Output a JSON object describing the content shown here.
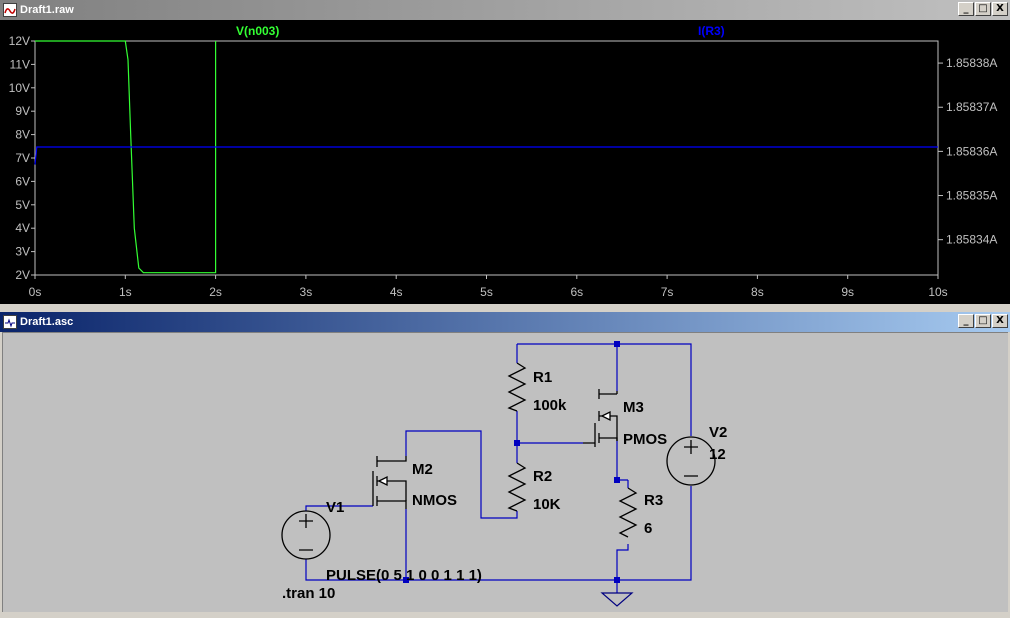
{
  "waveform_window": {
    "title": "Draft1.raw",
    "buttons": {
      "minimize": "_",
      "restore": "□",
      "close": "X"
    }
  },
  "schematic_window": {
    "title": "Draft1.asc",
    "buttons": {
      "minimize": "_",
      "restore": "□",
      "close": "X"
    }
  },
  "colors": {
    "trace_voltage": "#33ff33",
    "trace_current": "#0000ff",
    "wire": "#0000c0",
    "plot_bg": "#000000",
    "axis_text": "#c0c0c0"
  },
  "chart_data": {
    "type": "line",
    "xlim": [
      0,
      10
    ],
    "ylim_left": [
      2,
      12
    ],
    "ylim_right": [
      1.858332,
      1.858385
    ],
    "x_ticks": [
      "0s",
      "1s",
      "2s",
      "3s",
      "4s",
      "5s",
      "6s",
      "7s",
      "8s",
      "9s",
      "10s"
    ],
    "x_tick_values": [
      0,
      1,
      2,
      3,
      4,
      5,
      6,
      7,
      8,
      9,
      10
    ],
    "y_left_ticks": [
      "12V",
      "11V",
      "10V",
      "9V",
      "8V",
      "7V",
      "6V",
      "5V",
      "4V",
      "3V",
      "2V"
    ],
    "y_left_tick_values": [
      12,
      11,
      10,
      9,
      8,
      7,
      6,
      5,
      4,
      3,
      2
    ],
    "y_right_ticks": [
      "1.85838A",
      "1.85837A",
      "1.85836A",
      "1.85835A",
      "1.85834A"
    ],
    "y_right_tick_values": [
      1.85838,
      1.85837,
      1.85836,
      1.85835,
      1.85834
    ],
    "series": [
      {
        "name": "V(n003)",
        "axis": "left",
        "x": [
          0.0,
          1.0,
          1.03,
          1.06,
          1.1,
          1.15,
          1.2,
          2.0,
          2.0,
          2.0
        ],
        "y": [
          12,
          12,
          11.2,
          8.0,
          4.0,
          2.3,
          2.1,
          2.1,
          12,
          12
        ]
      },
      {
        "name": "I(R3)",
        "axis": "right",
        "x": [
          0,
          0.02,
          0.05,
          10
        ],
        "y": [
          1.858357,
          1.858361,
          1.858361,
          1.858361
        ]
      }
    ]
  },
  "schematic": {
    "components": {
      "r1": {
        "name": "R1",
        "value": "100k"
      },
      "r2": {
        "name": "R2",
        "value": "10K"
      },
      "r3": {
        "name": "R3",
        "value": "6"
      },
      "m2": {
        "name": "M2",
        "model": "NMOS"
      },
      "m3": {
        "name": "M3",
        "model": "PMOS"
      },
      "v1": {
        "name": "V1",
        "value": "PULSE(0 5 1 0 0 1 1 1)"
      },
      "v2": {
        "name": "V2",
        "value": "12"
      }
    },
    "directive": ".tran 10"
  }
}
